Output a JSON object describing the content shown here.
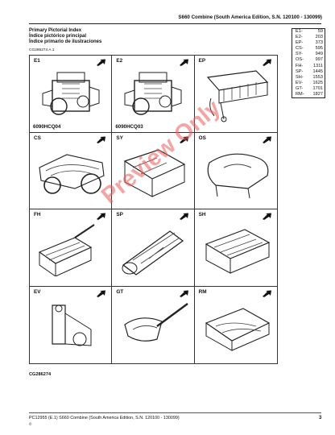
{
  "header": {
    "title": "S660 Combine (South America Edition, S.N. 120100 - 130099)"
  },
  "index": {
    "title_lines": [
      "Primary Pictorial Index",
      "Índice pictórico principal",
      "Índice primario de ilustraciones"
    ],
    "ref_code": "CG286274 A.1"
  },
  "code_list": [
    {
      "key": "E1-",
      "page": "59"
    },
    {
      "key": "E2-",
      "page": "203"
    },
    {
      "key": "EP-",
      "page": "373"
    },
    {
      "key": "CS-",
      "page": "595"
    },
    {
      "key": "SY-",
      "page": "949"
    },
    {
      "key": "OS-",
      "page": "997"
    },
    {
      "key": "FH-",
      "page": "1311"
    },
    {
      "key": "SP-",
      "page": "1445"
    },
    {
      "key": "SH-",
      "page": "1553"
    },
    {
      "key": "EV-",
      "page": "1625"
    },
    {
      "key": "GT-",
      "page": "1701"
    },
    {
      "key": "RM-",
      "page": "1827"
    }
  ],
  "cells": [
    {
      "label": "E1",
      "caption": "6090HCQ04",
      "icon": "engine-illustration"
    },
    {
      "label": "E2",
      "caption": "6090HCQ03",
      "icon": "engine-illustration"
    },
    {
      "label": "EP",
      "caption": "",
      "icon": "electrical-panel-illustration"
    },
    {
      "label": "CS",
      "caption": "",
      "icon": "combine-chassis-illustration"
    },
    {
      "label": "SY",
      "caption": "",
      "icon": "frame-illustration"
    },
    {
      "label": "OS",
      "caption": "",
      "icon": "cab-shell-illustration"
    },
    {
      "label": "FH",
      "caption": "",
      "icon": "feeder-house-illustration"
    },
    {
      "label": "SP",
      "caption": "",
      "icon": "separator-rotor-illustration"
    },
    {
      "label": "SH",
      "caption": "",
      "icon": "cleaning-shoe-illustration"
    },
    {
      "label": "EV",
      "caption": "",
      "icon": "elevator-illustration"
    },
    {
      "label": "GT",
      "caption": "",
      "icon": "grain-tank-auger-illustration"
    },
    {
      "label": "RM",
      "caption": "",
      "icon": "residue-chopper-illustration"
    }
  ],
  "watermark": "Preview Only",
  "figure_code": "CG286274",
  "footer": {
    "text": "PC12955   (E.1)   S660 Combine (South America Edition, S.N. 120100 - 130099)",
    "copyright": "©",
    "page_number": "3"
  }
}
